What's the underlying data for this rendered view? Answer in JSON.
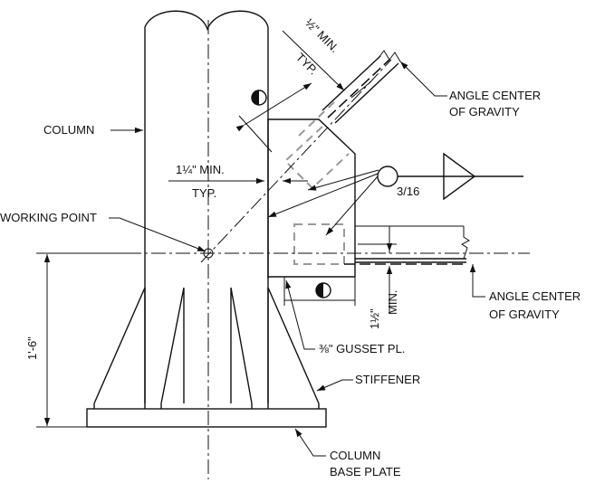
{
  "labels": {
    "column": "COLUMN",
    "working_point": "WORKING POINT",
    "angle_cg_upper_1": "ANGLE CENTER",
    "angle_cg_upper_2": "OF GRAVITY",
    "angle_cg_lower_1": "ANGLE CENTER",
    "angle_cg_lower_2": "OF GRAVITY",
    "gusset": "⅜\" GUSSET PL.",
    "stiffener": "STIFFENER",
    "base_plate_1": "COLUMN",
    "base_plate_2": "BASE PLATE"
  },
  "dimensions": {
    "edge_min_1": "1¼\" MIN.",
    "edge_min_2": "TYP.",
    "diag_min_1": "½\" MIN.",
    "diag_min_2": "TYP.",
    "vert_min_1": "1½\"",
    "vert_min_2": "MIN.",
    "height": "1'-6\""
  },
  "weld": {
    "size": "3/16"
  }
}
